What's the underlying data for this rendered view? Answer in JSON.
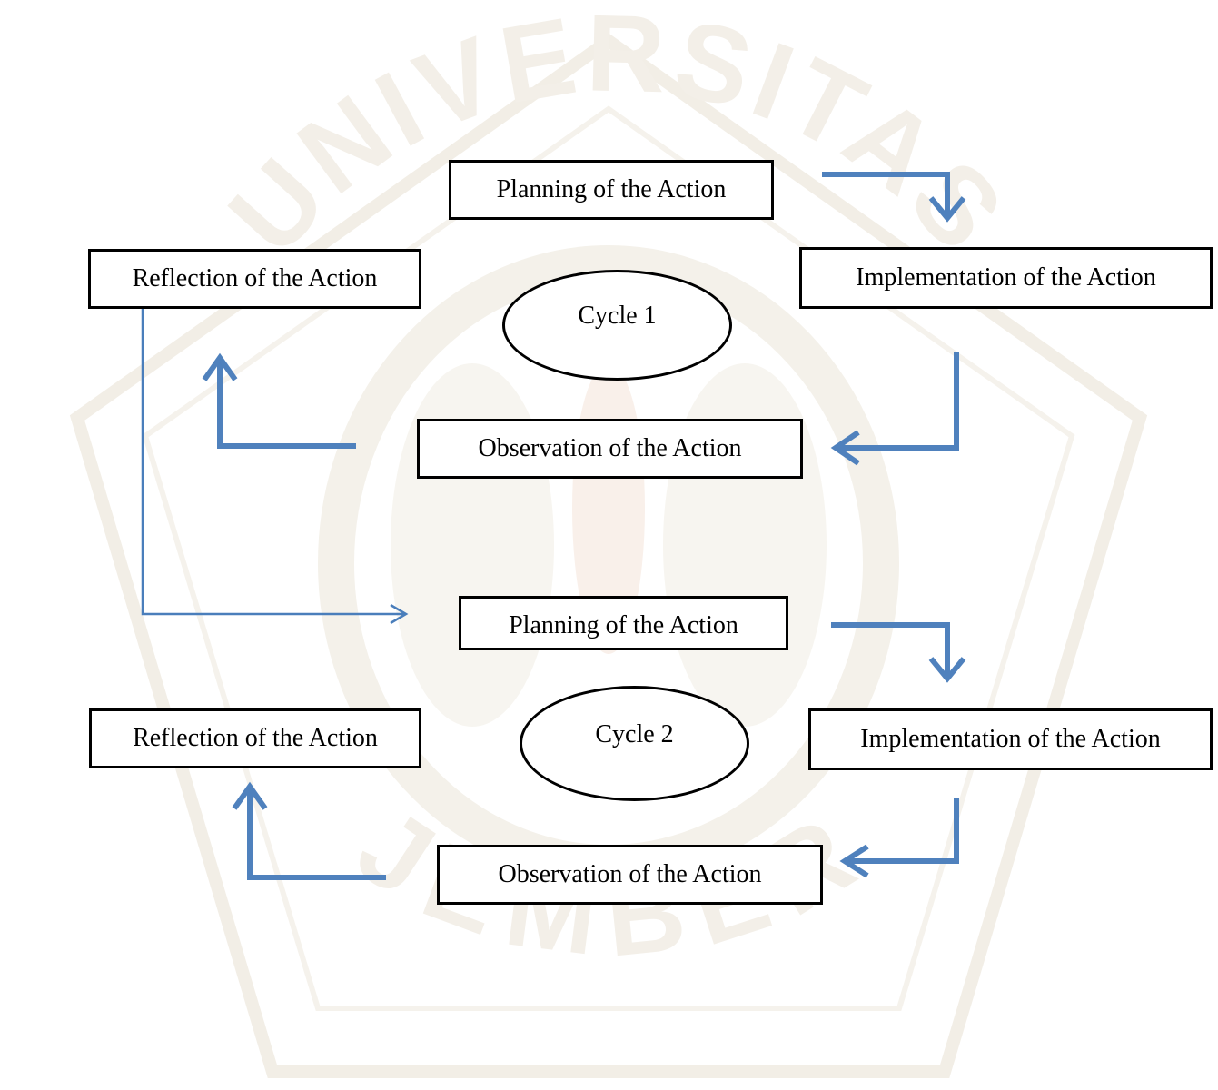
{
  "colors": {
    "arrow": "#4f81bd",
    "connector": "#4a7ebb",
    "box_border": "#000000",
    "watermark": "#f2eee6"
  },
  "watermark": {
    "text_top": "UNIVERSITAS",
    "text_bottom": "JEMBER"
  },
  "cycle1": {
    "label": "Cycle 1",
    "planning": "Planning of the Action",
    "implementation": "Implementation of the Action",
    "observation": "Observation of the Action",
    "reflection": "Reflection of the Action"
  },
  "cycle2": {
    "label": "Cycle 2",
    "planning": "Planning of the Action",
    "implementation": "Implementation of the Action",
    "observation": "Observation of the Action",
    "reflection": "Reflection of the Action"
  }
}
